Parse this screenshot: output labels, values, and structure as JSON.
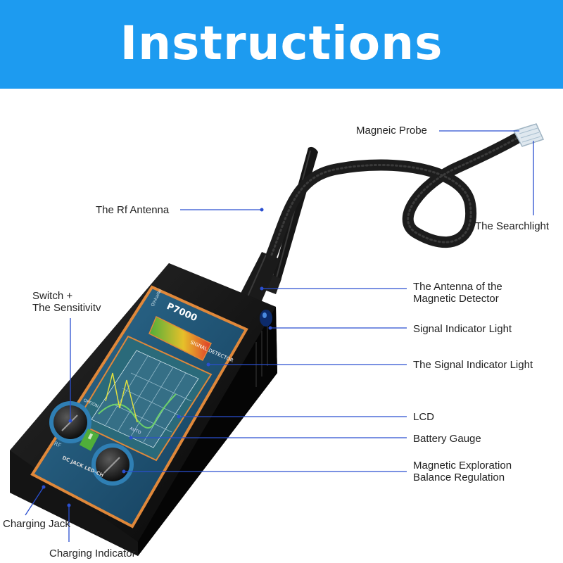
{
  "header": {
    "title": "Instructions"
  },
  "device": {
    "model": "P7000",
    "brand": "Qinhaifei",
    "screen_title": "SIGNAL DETECTOR",
    "bottom_print": "DC JACK LED-CH",
    "knob_left_text": "OFF/ON",
    "rf_text": "RF",
    "auto_text": "AUTO"
  },
  "labels": {
    "magnetic_probe": "Magneic Probe",
    "rf_antenna": "The Rf Antenna",
    "searchlight": "The Searchlight",
    "switch_line1": "Switch +",
    "switch_line2": "The Sensitivitv",
    "magnetic_antenna_line1": "The Antenna of the",
    "magnetic_antenna_line2": "Magnetic Detector",
    "signal_light": "Signal Indicator Light",
    "signal_indicator_light": "The Signal Indicator Light",
    "lcd": "LCD",
    "battery_gauge": "Battery Gauge",
    "magnetic_balance_line1": "Magnetic Exploration",
    "magnetic_balance_line2": "Balance Regulation",
    "charging_jack": "Charging Jack",
    "charging_indicator": "Charging Indicator"
  },
  "colors": {
    "banner": "#1d9bf0",
    "leader_line": "#2a4fd0",
    "device_body": "#111111",
    "panel_border": "#e0883a",
    "panel_bg": "#1d4f73",
    "screen_bg": "#2a6a7a"
  }
}
